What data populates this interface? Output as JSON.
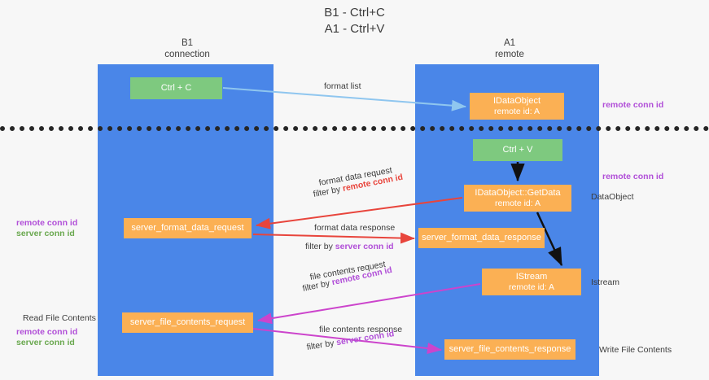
{
  "title": {
    "line1": "B1 - Ctrl+C",
    "line2": "A1 - Ctrl+V"
  },
  "lanes": [
    {
      "id": "b1",
      "name": "B1",
      "subtitle": "connection",
      "color": "#4a86e8"
    },
    {
      "id": "a1",
      "name": "A1",
      "subtitle": "remote",
      "color": "#4a86e8"
    }
  ],
  "nodes": {
    "ctrl_c": {
      "label": "Ctrl + C",
      "color": "#7ec97f",
      "lane": "B1"
    },
    "idataobject": {
      "label": "IDataObject",
      "sublabel": "remote id: A",
      "color": "#fbb054",
      "lane": "A1"
    },
    "ctrl_v": {
      "label": "Ctrl + V",
      "color": "#7ec97f",
      "lane": "A1"
    },
    "getdata": {
      "label": "IDataObject::GetData",
      "sublabel": "remote id: A",
      "color": "#fbb054",
      "lane": "A1"
    },
    "format_data_request": {
      "label": "server_format_data_request",
      "color": "#fbb054",
      "lane": "B1"
    },
    "format_data_response": {
      "label": "server_format_data_response",
      "color": "#fbb054",
      "lane": "A1"
    },
    "istream": {
      "label": "IStream",
      "sublabel": "remote id: A",
      "color": "#fbb054",
      "lane": "A1"
    },
    "file_contents_request": {
      "label": "server_file_contents_request",
      "color": "#fbb054",
      "lane": "B1"
    },
    "file_contents_response": {
      "label": "server_file_contents_response",
      "color": "#fbb054",
      "lane": "A1"
    }
  },
  "edge_labels": {
    "format_list": "format list",
    "format_data_request": "format data request",
    "format_data_request_filter_prefix": "filter by ",
    "format_data_request_filter_key": "remote conn id",
    "format_data_response": "format data response",
    "format_data_response_filter_prefix": "filter by ",
    "format_data_response_filter_key": "server conn id",
    "file_contents_request": "file contents request",
    "file_contents_request_filter_prefix": "filter by ",
    "file_contents_request_filter_key": "remote conn id",
    "file_contents_response": "file contents response",
    "file_contents_response_filter_prefix": "filter by ",
    "file_contents_response_filter_key": "server conn id"
  },
  "annotations": {
    "right_remote_conn_id_top": "remote conn id",
    "right_remote_conn_id_mid": "remote conn id",
    "right_dataobject": "DataObject",
    "right_istream": "Istream",
    "right_write_file_contents": "Write File Contents",
    "left_remote_conn_id": "remote conn id",
    "left_server_conn_id": "server conn id",
    "left_read_file_contents": "Read File Contents",
    "left_remote_conn_id_2": "remote conn id",
    "left_server_conn_id_2": "server conn id"
  },
  "colors": {
    "lane": "#4a86e8",
    "green_node": "#7ec97f",
    "orange_node": "#fbb054",
    "red_arrow": "#e8453c",
    "purple_arrow": "#cc44cc",
    "blue_arrow": "#8fc6ef",
    "black_arrow": "#111111",
    "divider": "#262626",
    "remote_conn_id_text": "#b14fd8",
    "server_conn_id_text": "#6aa84f"
  }
}
